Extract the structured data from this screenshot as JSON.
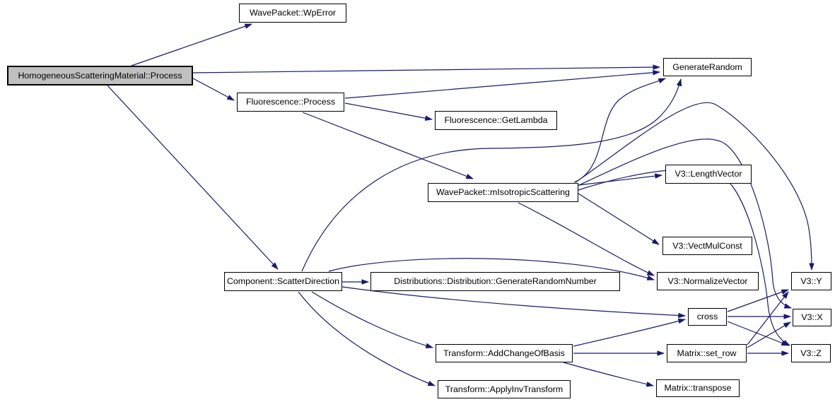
{
  "diagram": {
    "type": "call-graph",
    "background_color": "#ffffff",
    "edge_color": "#191970",
    "node_fill": "#ffffff",
    "node_border_color": "#000000",
    "highlight_fill": "#c0c0c0",
    "nodes": {
      "process": {
        "label": "HomogeneousScatteringMaterial::Process",
        "highlighted": true
      },
      "wp_error": {
        "label": "WavePacket::WpError"
      },
      "fluorescence_process": {
        "label": "Fluorescence::Process"
      },
      "get_lambda": {
        "label": "Fluorescence::GetLambda"
      },
      "generate_random": {
        "label": "GenerateRandom"
      },
      "miso": {
        "label": "WavePacket::mIsotropicScattering"
      },
      "length_vector": {
        "label": "V3::LengthVector"
      },
      "vect_mul_const": {
        "label": "V3::VectMulConst"
      },
      "normalize_vector": {
        "label": "V3::NormalizeVector"
      },
      "scatter_direction": {
        "label": "Component::ScatterDirection"
      },
      "generate_random_number": {
        "label": "Distributions::Distribution::GenerateRandomNumber"
      },
      "v3_y": {
        "label": "V3::Y"
      },
      "cross": {
        "label": "cross"
      },
      "v3_x": {
        "label": "V3::X"
      },
      "add_change_of_basis": {
        "label": "Transform::AddChangeOfBasis"
      },
      "set_row": {
        "label": "Matrix::set_row"
      },
      "v3_z": {
        "label": "V3::Z"
      },
      "apply_inv_transform": {
        "label": "Transform::ApplyInvTransform"
      },
      "transpose": {
        "label": "Matrix::transpose"
      }
    },
    "edges": [
      {
        "from": "process",
        "to": "wp_error"
      },
      {
        "from": "process",
        "to": "generate_random"
      },
      {
        "from": "process",
        "to": "fluorescence_process"
      },
      {
        "from": "process",
        "to": "scatter_direction"
      },
      {
        "from": "fluorescence_process",
        "to": "get_lambda"
      },
      {
        "from": "fluorescence_process",
        "to": "generate_random"
      },
      {
        "from": "fluorescence_process",
        "to": "miso"
      },
      {
        "from": "miso",
        "to": "generate_random"
      },
      {
        "from": "miso",
        "to": "length_vector"
      },
      {
        "from": "miso",
        "to": "vect_mul_const"
      },
      {
        "from": "miso",
        "to": "normalize_vector"
      },
      {
        "from": "miso",
        "to": "v3_y"
      },
      {
        "from": "miso",
        "to": "v3_x"
      },
      {
        "from": "miso",
        "to": "v3_z"
      },
      {
        "from": "scatter_direction",
        "to": "generate_random"
      },
      {
        "from": "scatter_direction",
        "to": "generate_random_number"
      },
      {
        "from": "scatter_direction",
        "to": "normalize_vector"
      },
      {
        "from": "scatter_direction",
        "to": "cross"
      },
      {
        "from": "scatter_direction",
        "to": "add_change_of_basis"
      },
      {
        "from": "scatter_direction",
        "to": "apply_inv_transform"
      },
      {
        "from": "add_change_of_basis",
        "to": "cross"
      },
      {
        "from": "add_change_of_basis",
        "to": "set_row"
      },
      {
        "from": "add_change_of_basis",
        "to": "transpose"
      },
      {
        "from": "cross",
        "to": "v3_y"
      },
      {
        "from": "cross",
        "to": "v3_x"
      },
      {
        "from": "cross",
        "to": "v3_z"
      },
      {
        "from": "set_row",
        "to": "v3_y"
      },
      {
        "from": "set_row",
        "to": "v3_x"
      },
      {
        "from": "set_row",
        "to": "v3_z"
      }
    ]
  }
}
